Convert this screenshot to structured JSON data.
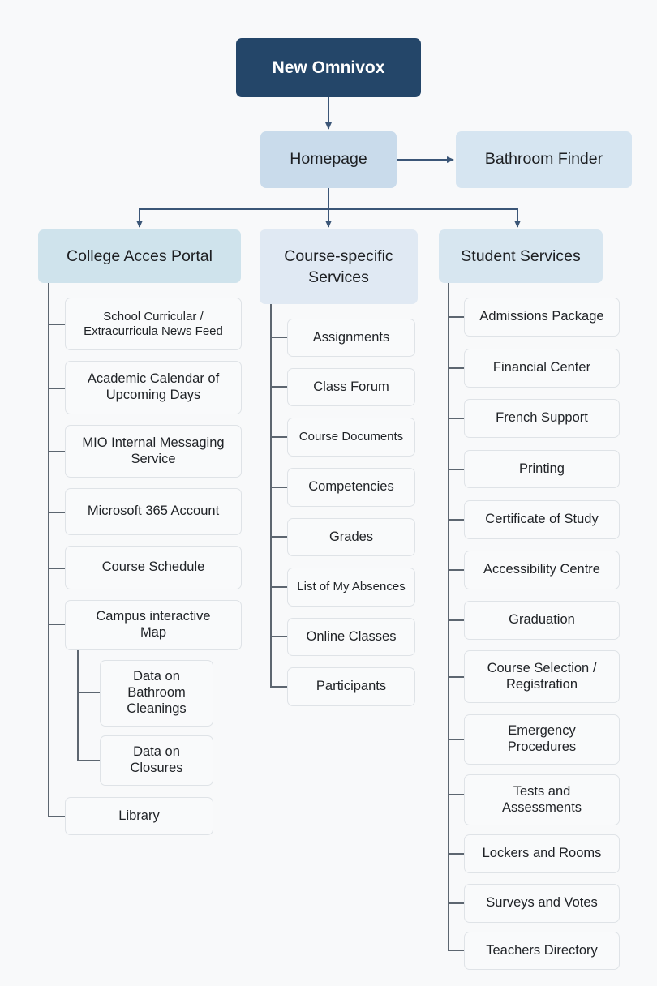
{
  "diagram": {
    "root": {
      "label": "New Omnivox"
    },
    "homepage": {
      "label": "Homepage"
    },
    "side": {
      "label": "Bathroom Finder"
    },
    "colors": {
      "root_fill": "#244669",
      "connector": "#3b5677",
      "trunk": "#5d6670"
    },
    "categories": [
      {
        "label": "College Acces Portal",
        "children": [
          {
            "label": "School Curricular / Extracurricula News Feed"
          },
          {
            "label": "Academic Calendar of Upcoming Days"
          },
          {
            "label": "MIO Internal Messaging Service"
          },
          {
            "label": "Microsoft 365 Account"
          },
          {
            "label": "Course Schedule"
          },
          {
            "label": "Campus interactive Map",
            "children": [
              {
                "label": "Data on Bathroom Cleanings"
              },
              {
                "label": "Data on Closures"
              }
            ]
          },
          {
            "label": "Library"
          }
        ]
      },
      {
        "label": "Course-specific Services",
        "children": [
          {
            "label": "Assignments"
          },
          {
            "label": "Class Forum"
          },
          {
            "label": "Course Documents"
          },
          {
            "label": "Competencies"
          },
          {
            "label": "Grades"
          },
          {
            "label": "List of My Absences"
          },
          {
            "label": "Online Classes"
          },
          {
            "label": "Participants"
          }
        ]
      },
      {
        "label": "Student Services",
        "children": [
          {
            "label": "Admissions Package"
          },
          {
            "label": "Financial Center"
          },
          {
            "label": "French Support"
          },
          {
            "label": "Printing"
          },
          {
            "label": "Certificate of Study"
          },
          {
            "label": "Accessibility Centre"
          },
          {
            "label": "Graduation"
          },
          {
            "label": "Course Selection / Registration"
          },
          {
            "label": "Emergency Procedures"
          },
          {
            "label": "Tests and Assessments"
          },
          {
            "label": "Lockers and Rooms"
          },
          {
            "label": "Surveys and Votes"
          },
          {
            "label": "Teachers Directory"
          }
        ]
      }
    ]
  }
}
